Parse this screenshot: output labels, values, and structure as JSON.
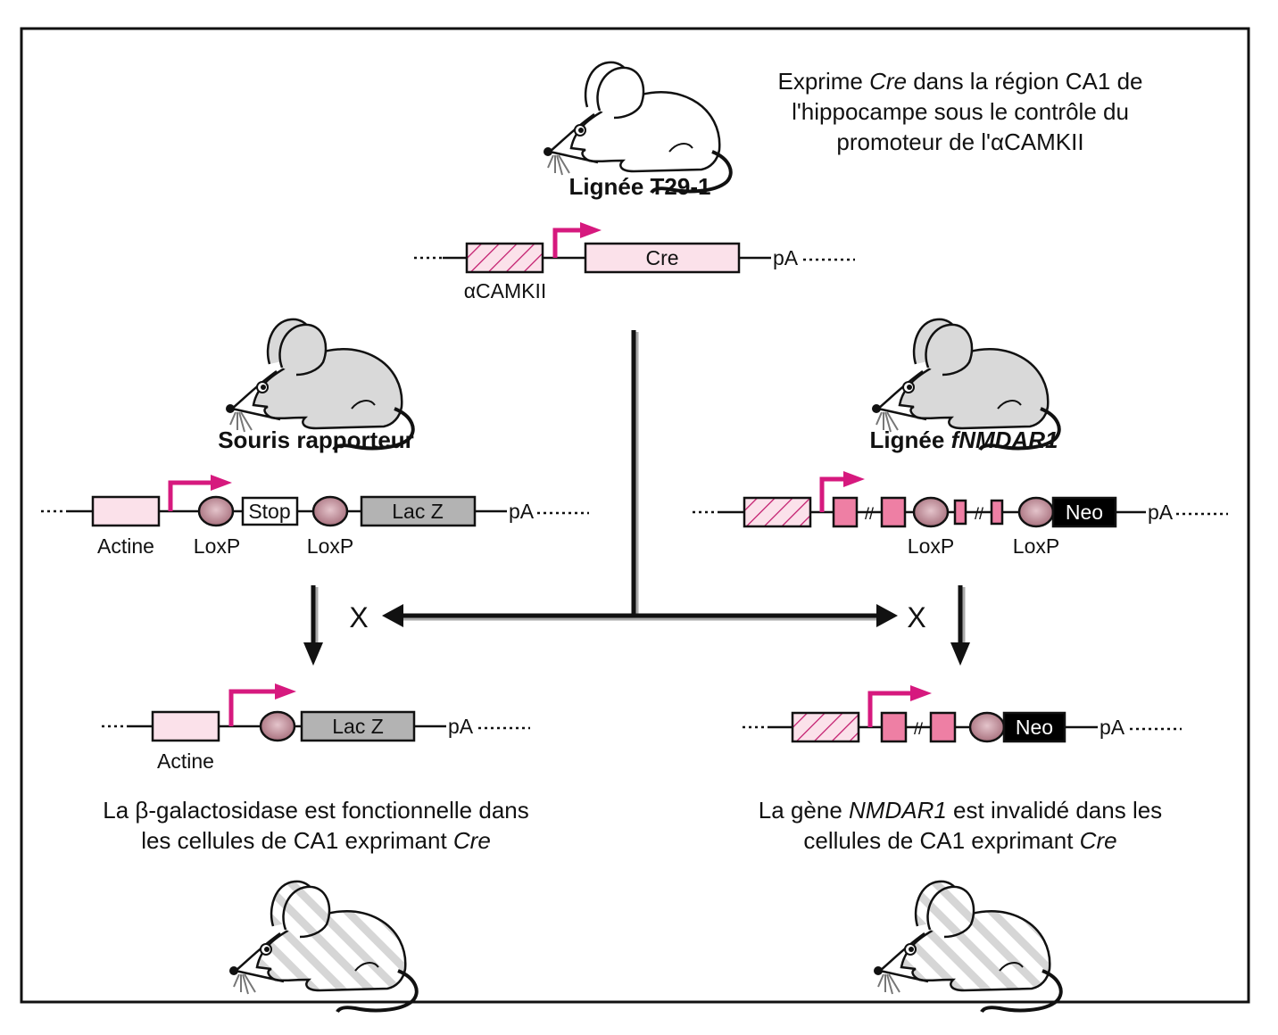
{
  "colors": {
    "promoter_arrow": "#d6197e",
    "light_pink": "#fbe1ea",
    "exon_pink": "#ee7fa4",
    "loxp": "#b6838f",
    "lacz_gray": "#b3b3b3",
    "neo_black": "#000000",
    "mouse_gray": "#d9d9d9",
    "hatch": "#c2186b"
  },
  "top": {
    "mouse_icon": "mouse-white",
    "title": "Lignée T29-1",
    "description_lines": [
      {
        "pre": "Exprime ",
        "italic": "Cre",
        "post": " dans la région CA1 de"
      },
      {
        "pre": "l'hippocampe sous le contrôle du",
        "italic": "",
        "post": ""
      },
      {
        "pre": "promoteur de l'αCAMKII",
        "italic": "",
        "post": ""
      }
    ],
    "construct": {
      "promoter_label": "αCAMKII",
      "gene_label": "Cre",
      "polyA": "pA"
    }
  },
  "left": {
    "mouse_icon": "mouse-gray",
    "title": "Souris rapporteur",
    "construct": {
      "promoter_label": "Actine",
      "loxp1_label": "LoxP",
      "stop_label": "Stop",
      "loxp2_label": "LoxP",
      "gene_label": "Lac Z",
      "polyA": "pA"
    },
    "cross_symbol": "X",
    "result_construct": {
      "promoter_label": "Actine",
      "gene_label": "Lac Z",
      "polyA": "pA"
    },
    "result_lines": [
      {
        "pre": "La β-galactosidase est fonctionnelle dans",
        "italic": "",
        "post": ""
      },
      {
        "pre": "les cellules de CA1 exprimant ",
        "italic": "Cre",
        "post": ""
      }
    ],
    "result_mouse_icon": "mouse-striped"
  },
  "right": {
    "mouse_icon": "mouse-gray",
    "title_pre": "Lignée ",
    "title_italic": "fNMDAR1",
    "construct": {
      "loxp1_label": "LoxP",
      "loxp2_label": "LoxP",
      "gene_label": "Neo",
      "polyA": "pA"
    },
    "cross_symbol": "X",
    "result_construct": {
      "gene_label": "Neo",
      "polyA": "pA"
    },
    "result_lines": [
      {
        "pre": "La gène ",
        "italic": "NMDAR1",
        "post": " est invalidé dans les"
      },
      {
        "pre": "cellules de CA1 exprimant ",
        "italic": "Cre",
        "post": ""
      }
    ],
    "result_mouse_icon": "mouse-striped"
  }
}
